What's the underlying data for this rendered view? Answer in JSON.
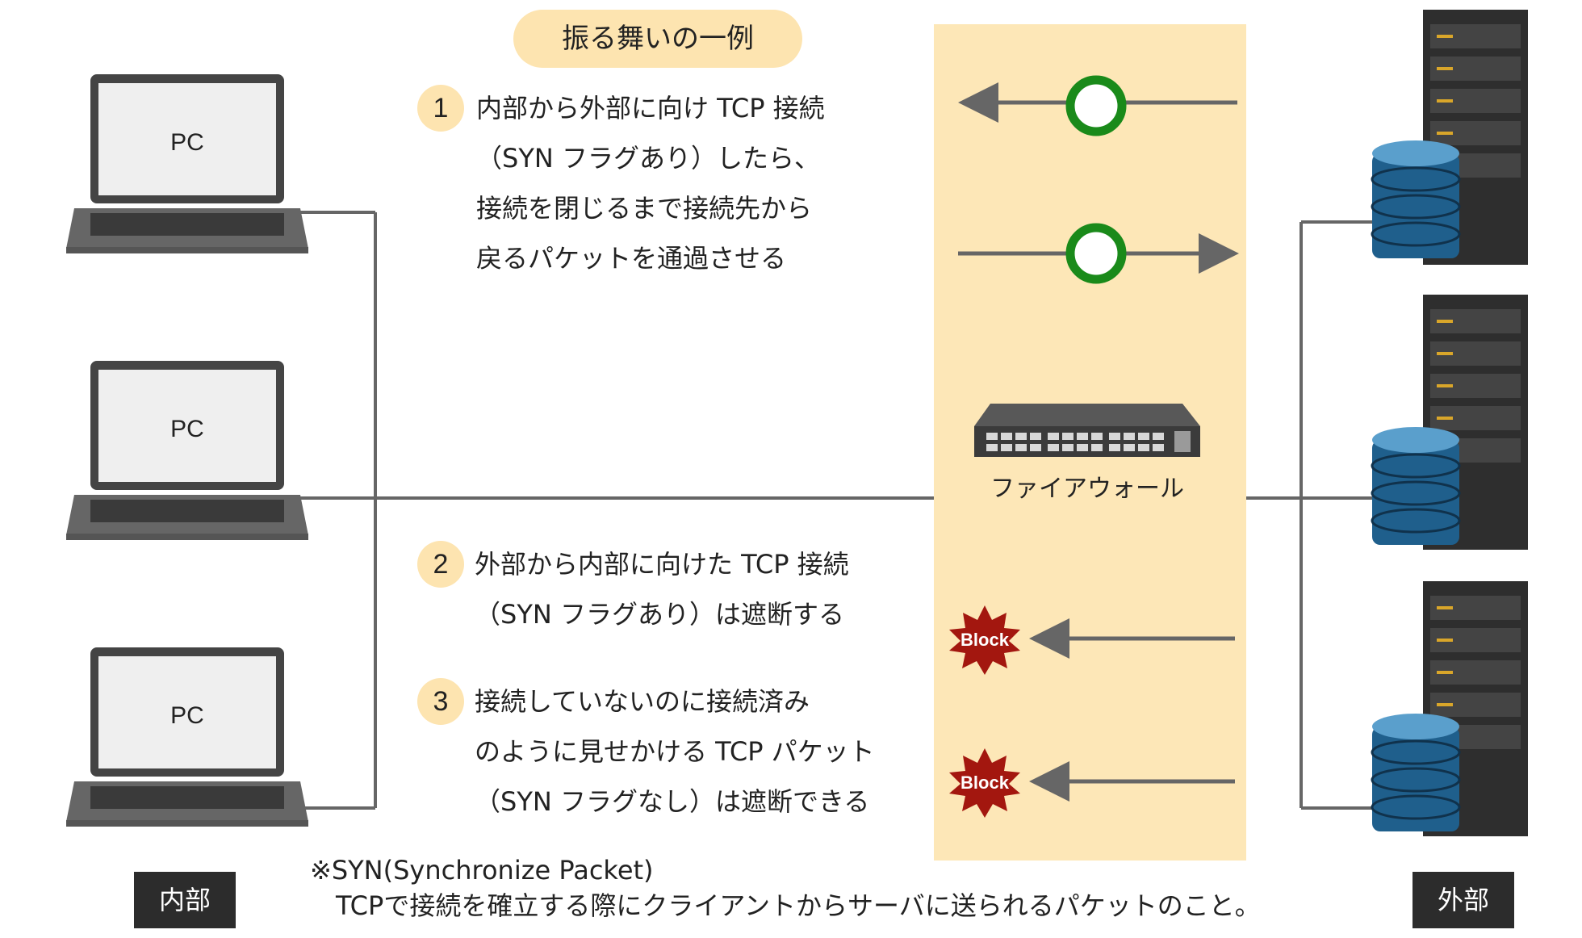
{
  "title": "振る舞いの一例",
  "rules": [
    {
      "num": "1",
      "lines": [
        "内部から外部に向け TCP 接続",
        "（SYN フラグあり）したら、",
        "接続を閉じるまで接続先から",
        "戻るパケットを通過させる"
      ]
    },
    {
      "num": "2",
      "lines": [
        "外部から内部に向けた TCP 接続",
        "（SYN フラグあり）は遮断する"
      ]
    },
    {
      "num": "3",
      "lines": [
        "接続していないのに接続済み",
        "のように見せかける TCP パケット",
        "（SYN フラグなし）は遮断できる"
      ]
    }
  ],
  "pcs": [
    "PC",
    "PC",
    "PC"
  ],
  "firewall_label": "ファイアウォール",
  "block_labels": [
    "Block",
    "Block"
  ],
  "internal_label": "内部",
  "external_label": "外部",
  "footnote": {
    "line1": "※SYN(Synchronize Packet)",
    "line2": "　TCPで接続を確立する際にクライアントからサーバに送られるパケットのこと。"
  },
  "colors": {
    "firewall_band": "#fde7b7",
    "pill": "#fde4b0",
    "allow_ring": "#1a8a1a",
    "block_burst": "#a3170f",
    "line": "#666666"
  }
}
